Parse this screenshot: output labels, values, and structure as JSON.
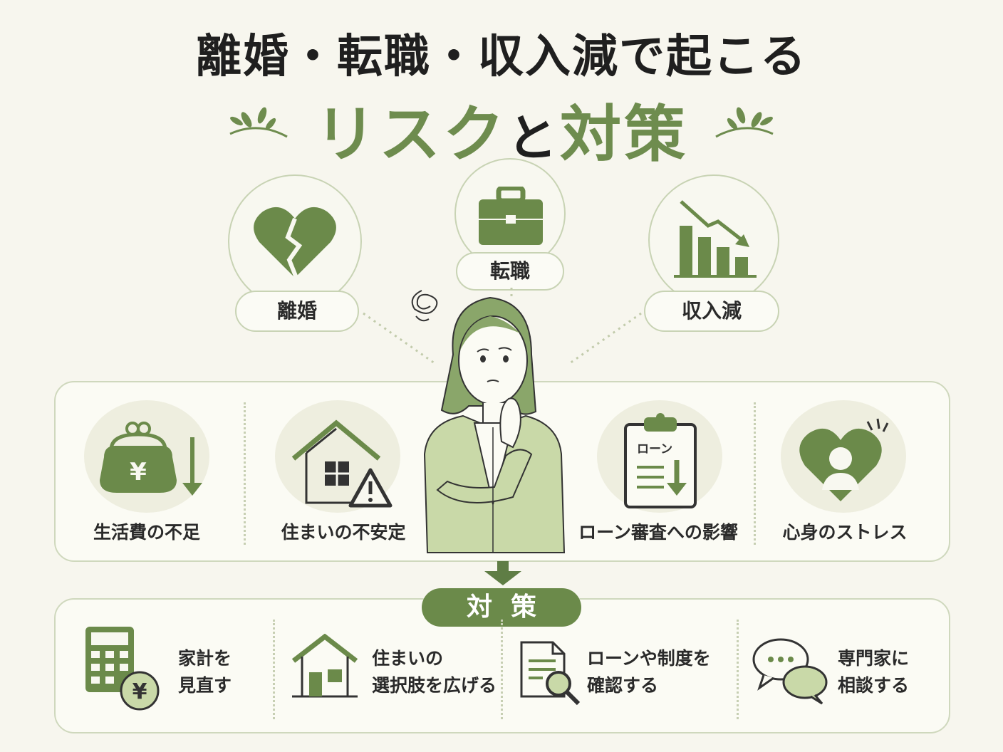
{
  "title": {
    "line1": "離婚・転職・収入減で起こる",
    "line2_part1": "リスク",
    "line2_conj": "と",
    "line2_part2": "対策"
  },
  "events": [
    {
      "label": "離婚",
      "icon": "broken-heart-icon"
    },
    {
      "label": "転職",
      "icon": "briefcase-icon"
    },
    {
      "label": "収入減",
      "icon": "declining-chart-icon"
    }
  ],
  "risks": [
    {
      "label": "生活費の不足",
      "icon": "purse-yen-down-icon"
    },
    {
      "label": "住まいの不安定",
      "icon": "house-warning-icon"
    },
    {
      "label": "ローン審査への影響",
      "icon": "loan-clipboard-icon",
      "clipboard_text": "ローン"
    },
    {
      "label": "心身のストレス",
      "icon": "heart-person-icon"
    }
  ],
  "countermeasures": {
    "badge": "対策",
    "items": [
      {
        "label": "家計を\n見直す",
        "icon": "calculator-yen-icon"
      },
      {
        "label": "住まいの\n選択肢を広げる",
        "icon": "house-icon"
      },
      {
        "label": "ローンや制度を\n確認する",
        "icon": "document-search-icon"
      },
      {
        "label": "専門家に\n相談する",
        "icon": "chat-bubbles-icon"
      }
    ]
  },
  "colors": {
    "accent": "#6e8c4e",
    "accent_dark": "#5f7d45",
    "light_green": "#c9d9a8",
    "border": "#c8d3b4",
    "background": "#f7f6ee"
  }
}
